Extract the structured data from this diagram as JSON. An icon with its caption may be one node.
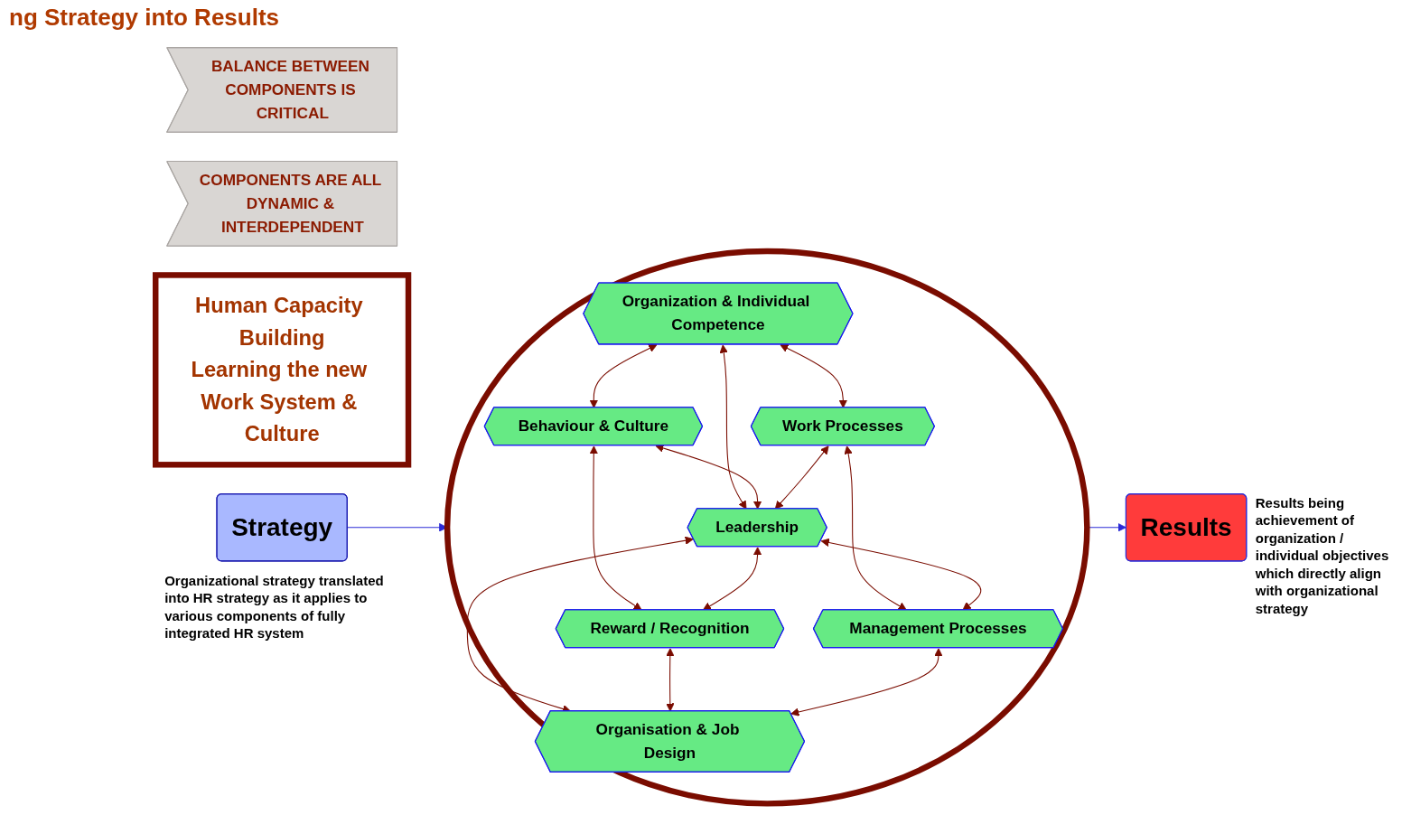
{
  "diagram": {
    "title": "ng Strategy into Results",
    "nodes": [
      {
        "text": [
          "BALANCE BETWEEN COMPONENTS IS CRITICAL"
        ]
      },
      {
        "text": [
          "COMPONENTS ARE ALL DYNAMIC & INTERDEPENDENT"
        ]
      },
      {
        "text": [
          "Strategy"
        ],
        "beside": [
          "Organizational strategy translated into HR strategy as it applies to various components of fully integrated HR system"
        ]
      },
      {
        "text": [],
        "shape": "circle"
      },
      {
        "text": [
          "Organization & Individual Competence"
        ],
        "in": 3
      },
      {
        "text": [
          "Behaviour & Culture"
        ],
        "in": 3
      },
      {
        "text": [
          "Work Processes"
        ],
        "in": 3
      },
      {
        "text": [
          "Leadership"
        ],
        "in": 3
      },
      {
        "text": [
          "Reward / Recognition"
        ],
        "in": 3
      },
      {
        "text": [
          "Management Processes"
        ],
        "in": 3
      },
      {
        "text": [
          "Organisation & Job Design"
        ],
        "in": 3
      },
      {
        "text": [
          "Results"
        ],
        "beside": [
          "Results being achievement of organization / individual objectives which directly align with organizational strategy"
        ]
      },
      {
        "text": [
          "Human Capacity Building",
          "Learning the new Work System & Culture"
        ]
      }
    ],
    "edges": [
      {
        "from": 2,
        "to": 3,
        "arrow": "to",
        "color": "#2b2bd6"
      },
      {
        "from": 4,
        "to": 5,
        "arrow": "both"
      },
      {
        "from": 4,
        "to": 6,
        "arrow": "both"
      },
      {
        "from": 4,
        "to": 7,
        "arrow": "both"
      },
      {
        "from": 5,
        "to": 7,
        "arrow": "both"
      },
      {
        "from": 5,
        "to": 8,
        "arrow": "both"
      },
      {
        "from": 6,
        "to": 7,
        "arrow": "both"
      },
      {
        "from": 6,
        "to": 9,
        "arrow": "both"
      },
      {
        "from": 7,
        "to": 8,
        "arrow": "both"
      },
      {
        "from": 7,
        "to": 9,
        "arrow": "both"
      },
      {
        "from": 7,
        "to": 10,
        "arrow": "both"
      },
      {
        "from": 8,
        "to": 10,
        "arrow": "both"
      },
      {
        "from": 9,
        "to": 10,
        "arrow": "both"
      },
      {
        "from": 3,
        "to": 11,
        "arrow": "to",
        "color": "#2b2bd6"
      }
    ]
  }
}
